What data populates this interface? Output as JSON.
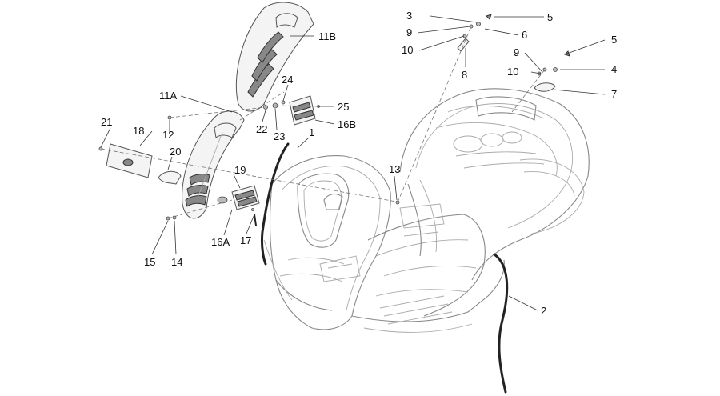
{
  "callouts": {
    "c1": "1",
    "c2": "2",
    "c3": "3",
    "c4": "4",
    "c5a": "5",
    "c5b": "5",
    "c6": "6",
    "c7": "7",
    "c8": "8",
    "c9a": "9",
    "c9b": "9",
    "c10a": "10",
    "c10b": "10",
    "c11A": "11A",
    "c11B": "11B",
    "c12": "12",
    "c13": "13",
    "c14": "14",
    "c15": "15",
    "c16A": "16A",
    "c16B": "16B",
    "c17": "17",
    "c18": "18",
    "c19": "19",
    "c20": "20",
    "c21": "21",
    "c22": "22",
    "c23": "23",
    "c24": "24",
    "c25": "25"
  },
  "colors": {
    "line": "#333333",
    "body": "#aaaaaa",
    "text": "#111111"
  }
}
